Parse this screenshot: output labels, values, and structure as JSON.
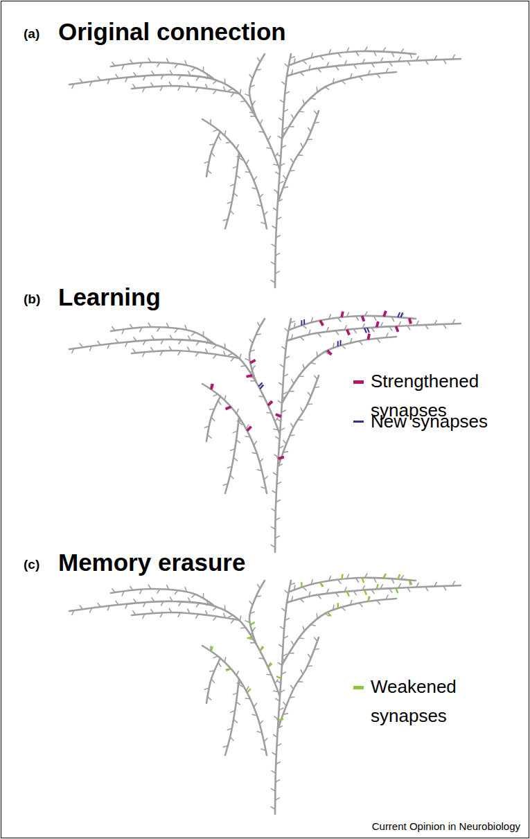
{
  "diagram": {
    "caption": "Current Opinion in Neurobiology",
    "labels": [
      "(a)",
      "Original connection",
      "(b)",
      "Learning",
      "(c)",
      "Memory erasure"
    ],
    "legend": [
      {
        "text": "Strengthened synapses",
        "color": "#b0176c"
      },
      {
        "text": "New synapses",
        "color": "#2e3192"
      },
      {
        "text": "Weakened synapses",
        "color": "#8cc63f"
      }
    ]
  }
}
